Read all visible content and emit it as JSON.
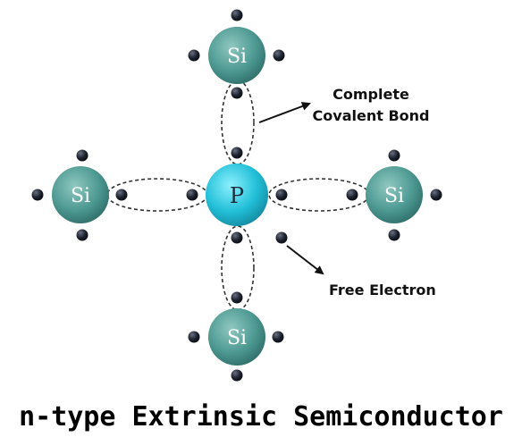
{
  "atoms": {
    "silicon_label": "Si",
    "phosphorus_label": "P"
  },
  "annotations": {
    "bond_line1": "Complete",
    "bond_line2": "Covalent Bond",
    "free_electron": "Free Electron"
  },
  "caption": "n-type Extrinsic Semiconductor",
  "colors": {
    "silicon": "#4e9a93",
    "phosphorus": "#22c0d8",
    "electron": "#1e2430",
    "bond_outline": "#333333",
    "arrow": "#111111"
  }
}
